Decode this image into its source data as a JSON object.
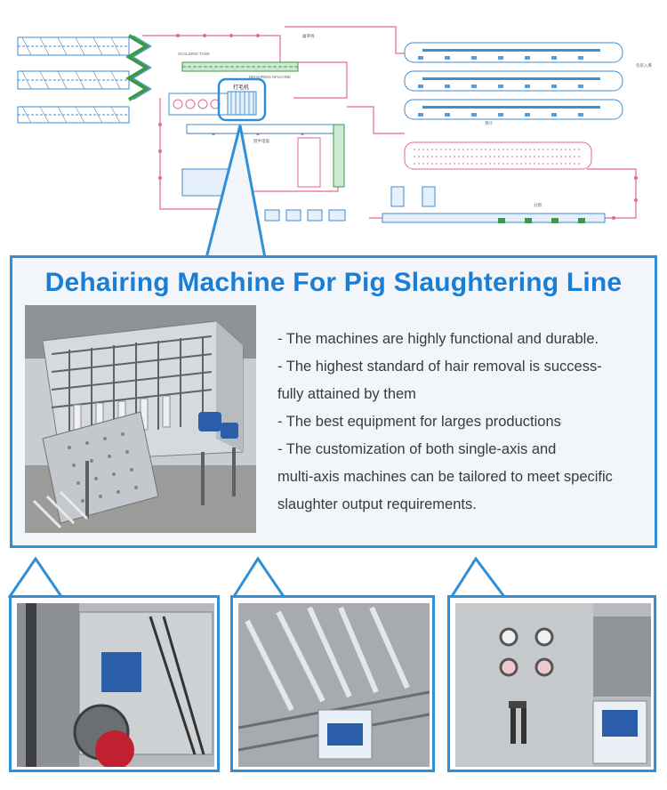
{
  "headline": "Dehairing Machine For Pig Slaughtering Line",
  "bullets": [
    "-  The machines are highly functional and durable.",
    "-  The highest standard of hair removal is success-",
    "fully attained by them",
    "-  The best equipment for larges productions",
    "-  The customization of both single-axis and",
    "multi-axis machines can be tailored to meet specific",
    "slaughter output requirements."
  ],
  "diagram": {
    "highlight_label": "打毛机",
    "labels_small": [
      "DEHAIRING MACHINE",
      "屠宰线",
      "SCALDING TANK",
      "劈半电锯",
      "预冷",
      "分割",
      "包装入库"
    ]
  },
  "colors": {
    "accent": "#2f8fd8",
    "headline": "#1a7fd4",
    "body_text": "#3a3a3a",
    "panel_bg": "#f2f6fa",
    "diagram_pink": "#e46a8a",
    "diagram_blue": "#3f8ccf",
    "diagram_green": "#3a9a4a"
  },
  "icons": [
    "dehairing-machine-photo",
    "motor-pulley-photo",
    "scraper-paddles-photo",
    "control-panel-photo"
  ]
}
